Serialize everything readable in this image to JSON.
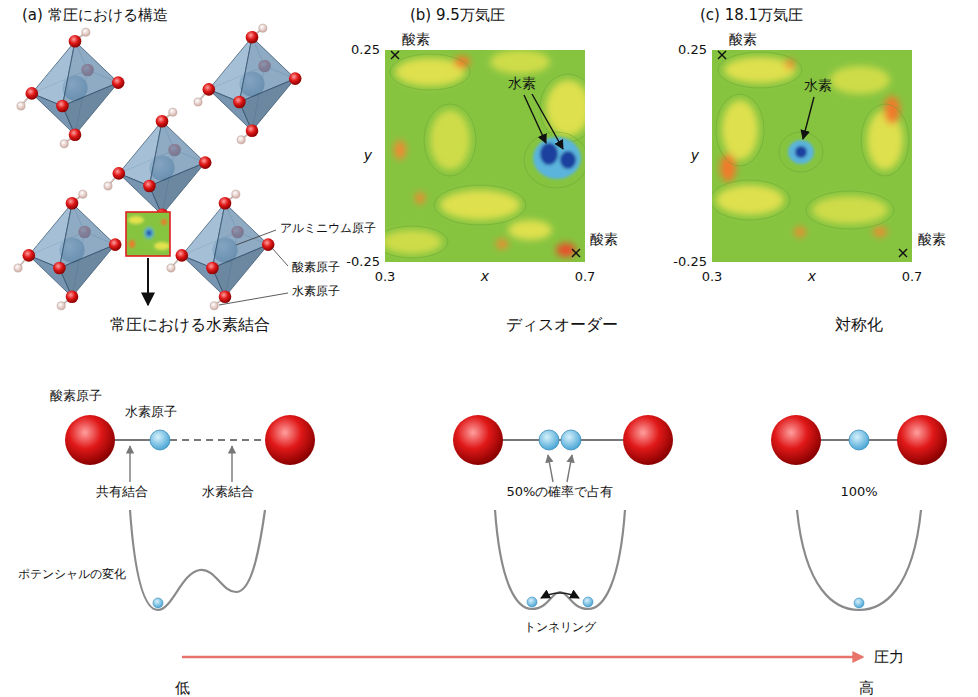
{
  "diagram": {
    "labels": [
      "(a) 常圧における構造",
      "(b) 9.5万気圧",
      "(c) 18.1万気圧",
      "酸素",
      "0.25",
      "水素",
      "y",
      "酸素",
      "-0.25",
      "0.3",
      "x",
      "0.7",
      "酸素",
      "0.25",
      "水素",
      "y",
      "酸素",
      "-0.25",
      "0.3",
      "x",
      "0.7",
      "アルミニウム原子",
      "酸素原子",
      "水素原子",
      "常圧における水素結合",
      "ディスオーダー",
      "対称化",
      "酸素原子",
      "水素原子",
      "共有結合",
      "水素結合",
      "50%の確率で占有",
      "100%",
      "ポテンシャルの変化",
      "トンネリング",
      "圧力",
      "低",
      "高"
    ]
  }
}
